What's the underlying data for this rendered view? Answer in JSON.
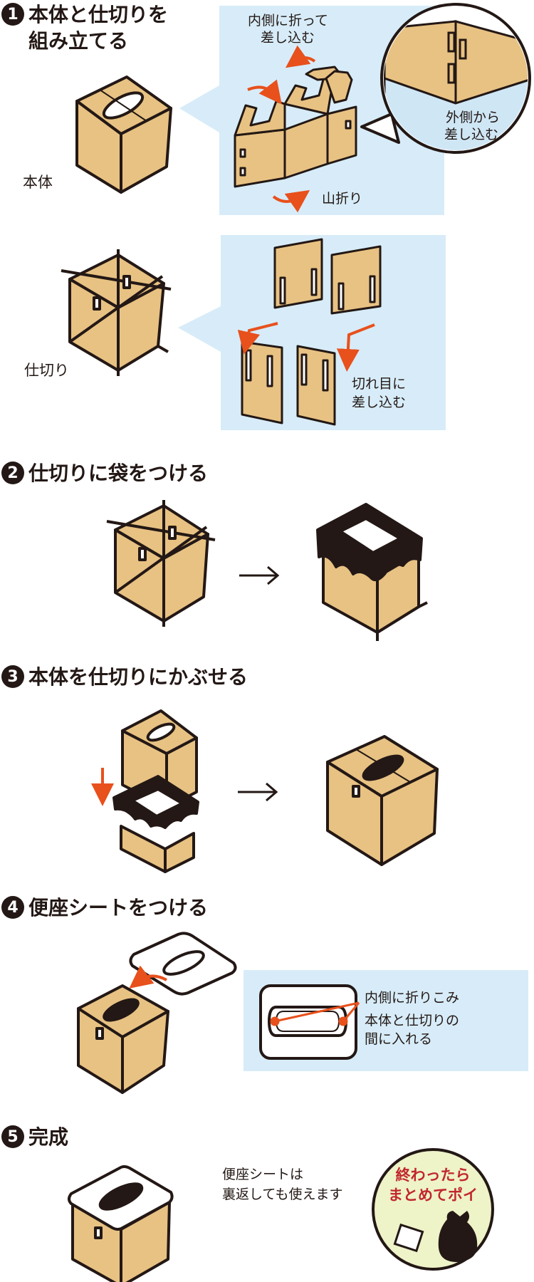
{
  "steps": [
    {
      "number": "1",
      "title_line1": "本体と仕切りを",
      "title_line2": "組み立てる"
    },
    {
      "number": "2",
      "title": "仕切りに袋をつける"
    },
    {
      "number": "3",
      "title": "本体を仕切りにかぶせる"
    },
    {
      "number": "4",
      "title": "便座シートをつける"
    },
    {
      "number": "5",
      "title": "完成"
    }
  ],
  "step1": {
    "body_label": "本体",
    "partition_label": "仕切り",
    "inner_fold_line1": "内側に折って",
    "inner_fold_line2": "差し込む",
    "mountain_fold": "山折り",
    "outer_insert_line1": "外側から",
    "outer_insert_line2": "差し込む",
    "slit_insert_line1": "切れ目に",
    "slit_insert_line2": "差し込む"
  },
  "step4": {
    "fold_in": "内側に折りこみ",
    "between_line1": "本体と仕切りの",
    "between_line2": "間に入れる"
  },
  "step5": {
    "reuse_line1": "便座シートは",
    "reuse_line2": "裏返しても使えます",
    "bin_line1": "終わったら",
    "bin_line2": "まとめてポイ"
  },
  "colors": {
    "cardboard": "#e8c283",
    "outline": "#231815",
    "accent_orange": "#e8501c",
    "panel_blue": "#d7ecf8",
    "bin_circle": "#eef3c8",
    "bin_text": "#c1272d"
  }
}
